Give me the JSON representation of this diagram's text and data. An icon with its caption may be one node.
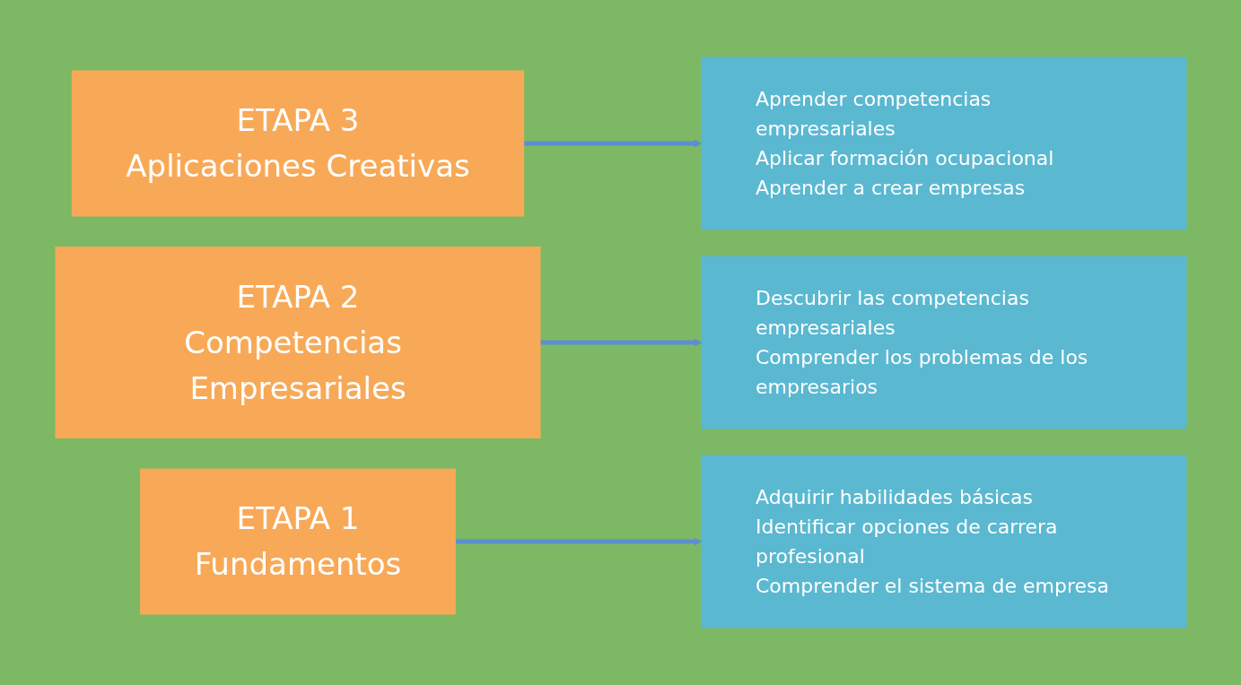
{
  "diagram": {
    "nodes": [
      {
        "text": [
          "ETAPA 3",
          "Aplicaciones Creativas"
        ]
      },
      {
        "text": [
          "Aprender competencias empresariales",
          "Aplicar formación ocupacional",
          "Aprender a crear empresas"
        ]
      },
      {
        "text": [
          "ETAPA 2",
          "Competencias Empresariales"
        ]
      },
      {
        "text": [
          "Descubrir las competencias empresariales",
          "Comprender los problemas de los empresarios"
        ]
      },
      {
        "text": [
          "ETAPA 1",
          "Fundamentos"
        ]
      },
      {
        "text": [
          "Adquirir habilidades básicas",
          "Identificar opciones de carrera profesional",
          "Comprender el sistema de empresa"
        ]
      }
    ],
    "edges": [
      {
        "from": 0,
        "to": 1,
        "arrow": "to"
      },
      {
        "from": 2,
        "to": 3,
        "arrow": "to"
      },
      {
        "from": 4,
        "to": 5,
        "arrow": "to"
      }
    ]
  }
}
